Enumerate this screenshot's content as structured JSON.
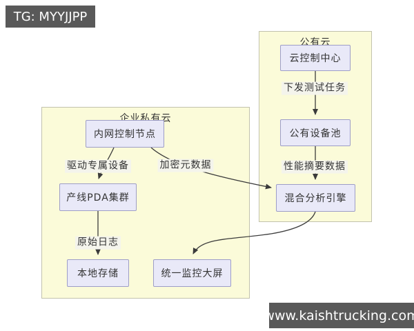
{
  "watermarks": {
    "top_left": "TG: MYYJJPP",
    "bottom_right": "www.kaishtrucking.com"
  },
  "colors": {
    "badge_bg": "#595959",
    "badge_text": "#ffffff",
    "container_fill": "#fbfbd9",
    "container_border": "#c2c2ad",
    "node_fill": "#e9e9f8",
    "node_border": "#9d9dc7",
    "label_bg": "#f4f4ec",
    "edge": "#3b3b3b",
    "text": "#333333"
  },
  "diagram": {
    "containers": [
      {
        "id": "enterprise-private-cloud",
        "title": "企业私有云"
      },
      {
        "id": "public-cloud",
        "title": "公有云"
      }
    ],
    "nodes": [
      {
        "id": "intranet-control-node",
        "label": "内网控制节点",
        "container": "企业私有云"
      },
      {
        "id": "production-pda-cluster",
        "label": "产线PDA集群",
        "container": "企业私有云"
      },
      {
        "id": "local-storage",
        "label": "本地存储",
        "container": "企业私有云"
      },
      {
        "id": "unified-monitor-screen",
        "label": "统一监控大屏",
        "container": "企业私有云"
      },
      {
        "id": "cloud-control-center",
        "label": "云控制中心",
        "container": "公有云"
      },
      {
        "id": "public-device-pool",
        "label": "公有设备池",
        "container": "公有云"
      },
      {
        "id": "hybrid-analysis-engine",
        "label": "混合分析引擎",
        "container": "公有云"
      }
    ],
    "edges": [
      {
        "from": "云控制中心",
        "to": "公有设备池",
        "label": "下发测试任务"
      },
      {
        "from": "公有设备池",
        "to": "混合分析引擎",
        "label": "性能摘要数据"
      },
      {
        "from": "内网控制节点",
        "to": "产线PDA集群",
        "label": "驱动专属设备"
      },
      {
        "from": "内网控制节点",
        "to": "混合分析引擎",
        "label": "加密元数据"
      },
      {
        "from": "产线PDA集群",
        "to": "本地存储",
        "label": "原始日志"
      },
      {
        "from": "混合分析引擎",
        "to": "统一监控大屏",
        "label": ""
      }
    ]
  }
}
